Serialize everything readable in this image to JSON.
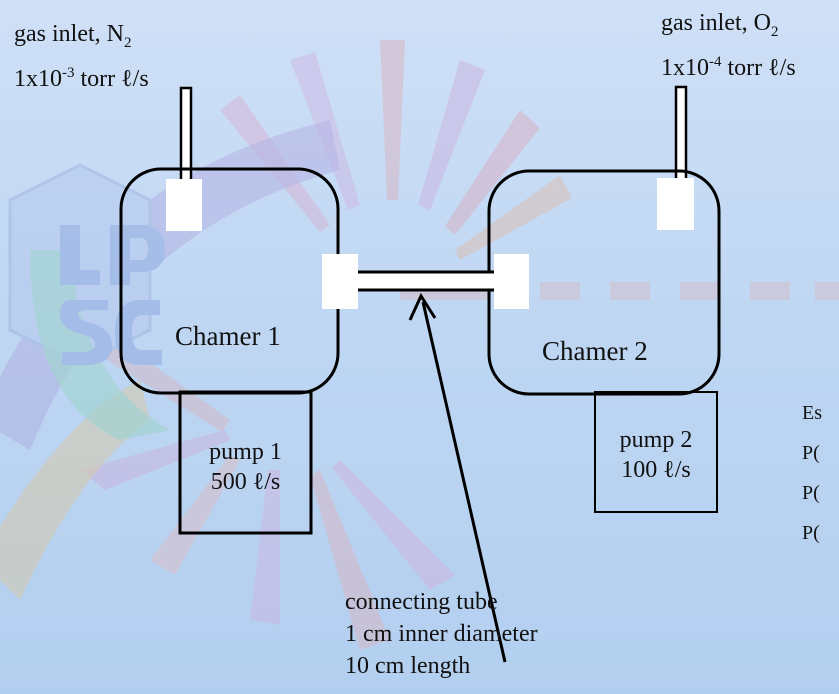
{
  "inlet_n2": {
    "line1": "gas inlet, N",
    "line1_sub": "2",
    "line2_pre": "1x10",
    "line2_sup": "-3",
    "line2_post": " torr ℓ/s"
  },
  "inlet_o2": {
    "line1": "gas inlet, O",
    "line1_sub": "2",
    "line2_pre": "1x10",
    "line2_sup": "-4",
    "line2_post": " torr ℓ/s"
  },
  "chamber1": {
    "label": "Chamer 1"
  },
  "chamber2": {
    "label": "Chamer 2"
  },
  "pump1": {
    "line1": "pump 1",
    "line2": "500 ℓ/s"
  },
  "pump2": {
    "line1": "pump 2",
    "line2": "100 ℓ/s"
  },
  "tube": {
    "line1": "connecting tube",
    "line2": "1 cm inner diameter",
    "line3": "10 cm length"
  },
  "side_text": [
    "Es",
    "P(",
    "P(",
    "P("
  ],
  "colors": {
    "background": "#bcd5f2",
    "watermark_purple": "#9b87cf",
    "watermark_orange": "#e7a07d",
    "watermark_green": "#7fc6b2"
  }
}
